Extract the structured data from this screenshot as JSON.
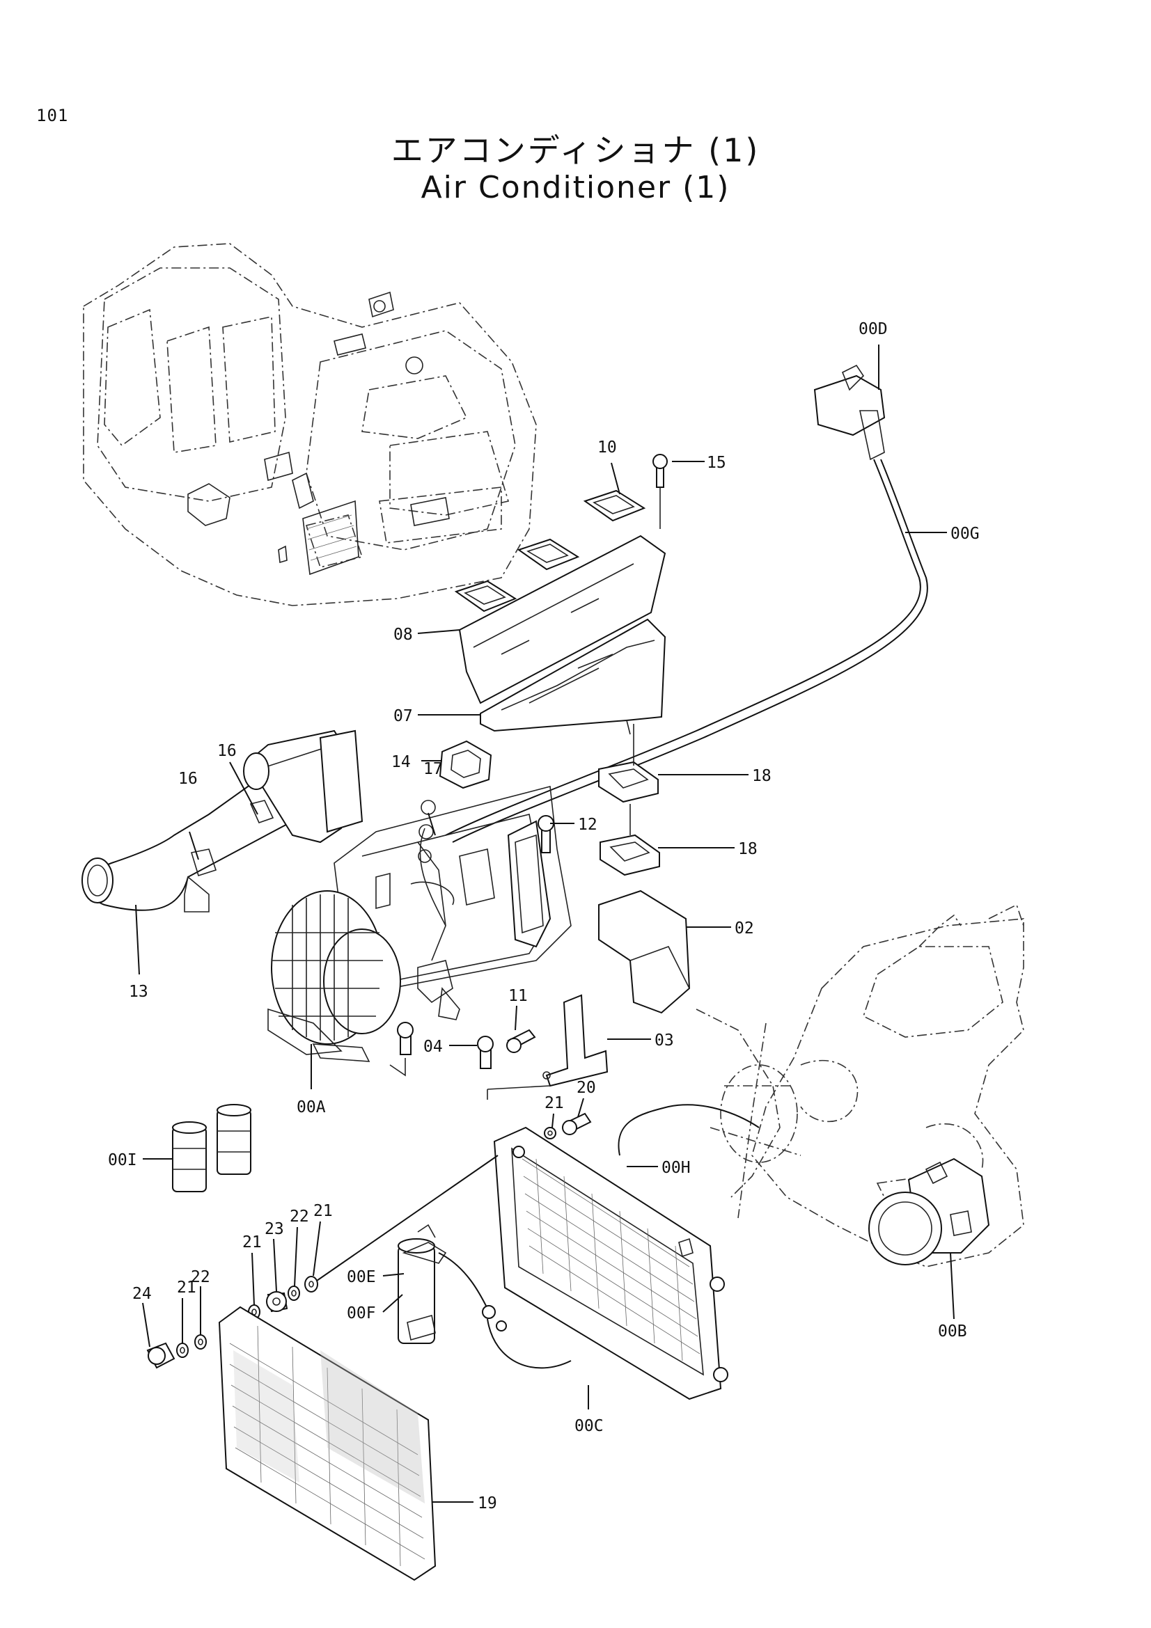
{
  "page": {
    "number": "101",
    "title_jp": "エアコンディショナ (1)",
    "title_en": "Air Conditioner (1)"
  },
  "callouts": {
    "c_00D": "00D",
    "c_10": "10",
    "c_15": "15",
    "c_00G": "00G",
    "c_08": "08",
    "c_07": "07",
    "c_14": "14",
    "c_16a": "16",
    "c_16b": "16",
    "c_17": "17",
    "c_18a": "18",
    "c_12": "12",
    "c_18b": "18",
    "c_02": "02",
    "c_13": "13",
    "c_11": "11",
    "c_04": "04",
    "c_03": "03",
    "c_00A": "00A",
    "c_21a": "21",
    "c_20": "20",
    "c_00I": "00I",
    "c_00H": "00H",
    "c_21b": "21",
    "c_23": "23",
    "c_22a": "22",
    "c_21c": "21",
    "c_22b": "22",
    "c_21d": "21",
    "c_24": "24",
    "c_00E": "00E",
    "c_00F": "00F",
    "c_00C": "00C",
    "c_00B": "00B",
    "c_19": "19"
  }
}
